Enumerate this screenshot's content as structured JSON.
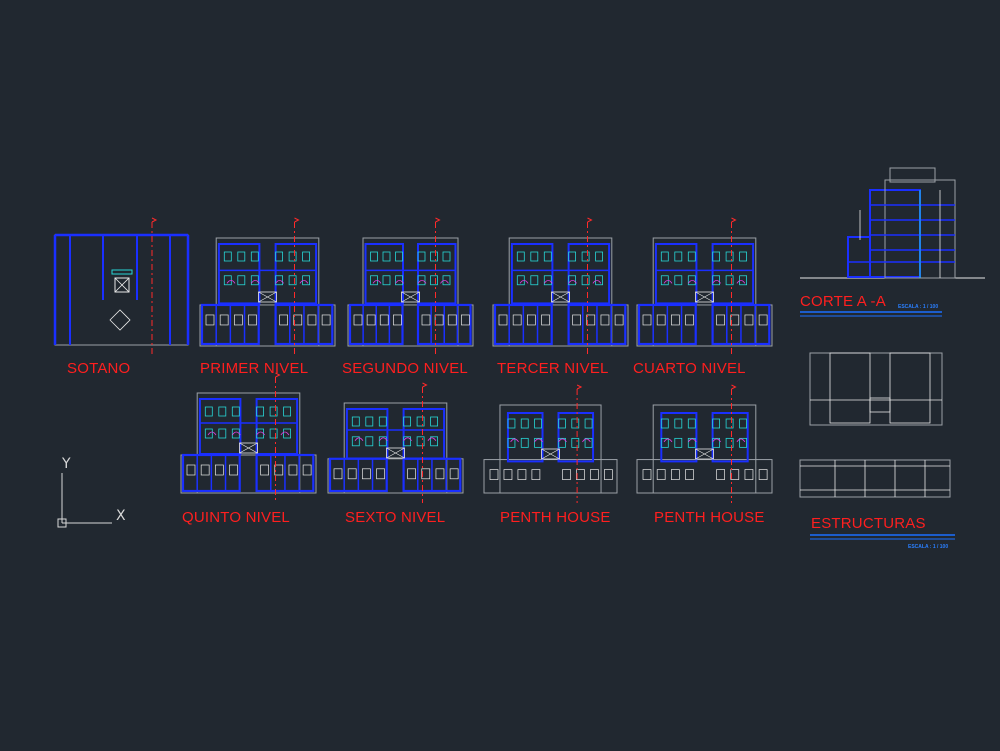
{
  "colors": {
    "background": "#212830",
    "wall": "#1a2fff",
    "outline": "#9aa0a6",
    "cyan": "#27d6d6",
    "red": "#ff2a2a",
    "white": "#e8e8e8",
    "magenta": "#e040e0",
    "label": "#ff1f1f",
    "scale_text": "#2a7fff"
  },
  "labels": {
    "sotano": "SOTANO",
    "primer_nivel": "PRIMER NIVEL",
    "segundo_nivel": "SEGUNDO NIVEL",
    "tercer_nivel": "TERCER NIVEL",
    "cuarto_nivel": "CUARTO NIVEL",
    "quinto_nivel": "QUINTO NIVEL",
    "sexto_nivel": "SEXTO NIVEL",
    "penth_house_1": "PENTH HOUSE",
    "penth_house_2": "PENTH HOUSE",
    "corte": "CORTE A -A",
    "estructuras": "ESTRUCTURAS"
  },
  "scale_notes": {
    "corte": "ESCALA : 1 / 100",
    "estructuras": "ESCALA : 1 / 100"
  },
  "ucs": {
    "x_label": "X",
    "y_label": "Y"
  },
  "icons": {
    "ucs": "ucs-axis-icon"
  }
}
